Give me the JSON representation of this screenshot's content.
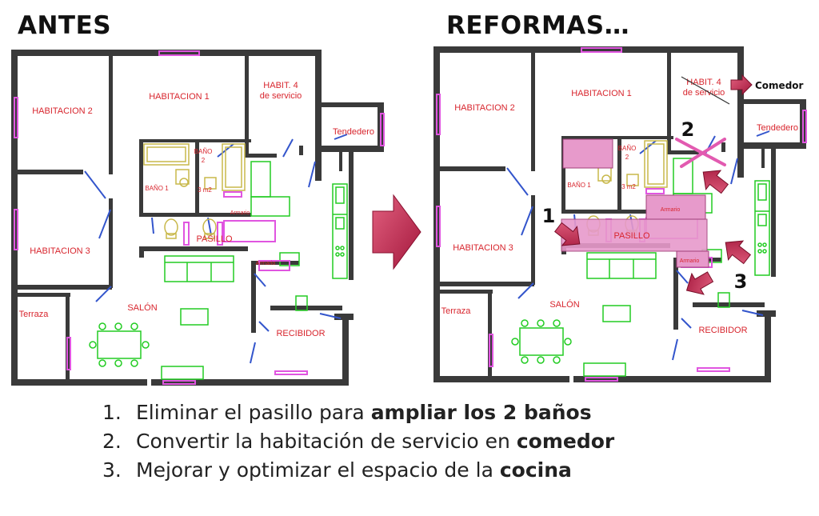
{
  "headings": {
    "before": "ANTES",
    "after": "REFORMAS…"
  },
  "plan": {
    "rooms": {
      "hab1": "HABITACION 1",
      "hab2": "HABITACION 2",
      "hab3": "HABITACION 3",
      "hab4_line1": "HABIT. 4",
      "hab4_line2": "de servicio",
      "tendedero": "Tendedero",
      "bano1": "BAÑO 1",
      "bano2_line1": "BAÑO",
      "bano2_line2": "2",
      "area": "3 m2",
      "armario": "Armario",
      "pasillo": "PASILLO",
      "salon": "SALÓN",
      "terraza": "Terraza",
      "recibidor": "RECIBIDOR"
    },
    "markers": {
      "m1": "1",
      "m2": "2",
      "m3": "3",
      "comedor": "Comedor"
    }
  },
  "colors": {
    "wall": "#3a3a3a",
    "room_label": "#d8262e",
    "furniture": "#22cc22",
    "bath": "#c8b84a",
    "window": "#e055e0",
    "door": "#3355cc",
    "highlight": "#e79acb",
    "arrow": "#c4264f"
  },
  "notes": [
    {
      "num": "1.",
      "text": "Eliminar el pasillo para ",
      "bold": "ampliar los 2 baños"
    },
    {
      "num": "2.",
      "text": "Convertir la habitación de servicio en ",
      "bold": "comedor"
    },
    {
      "num": "3.",
      "text": "Mejorar y optimizar el espacio de la ",
      "bold": "cocina"
    }
  ]
}
